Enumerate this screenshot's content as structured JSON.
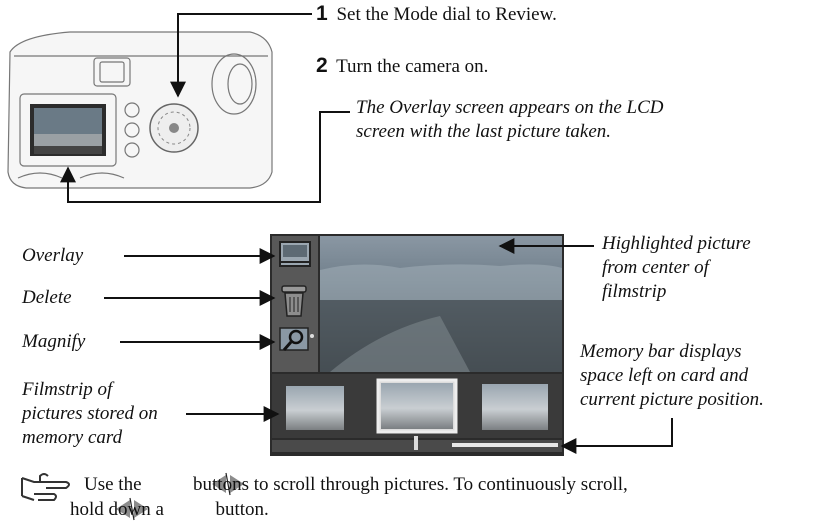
{
  "steps": [
    {
      "number": "1",
      "text": "Set the Mode dial to Review."
    },
    {
      "number": "2",
      "text": "Turn the camera on."
    }
  ],
  "overlay_note": {
    "line1": "The Overlay screen appears on the LCD",
    "line2": "screen with the last picture taken."
  },
  "callouts": {
    "overlay": "Overlay",
    "delete": "Delete",
    "magnify": "Magnify",
    "filmstrip": [
      "Filmstrip of",
      "pictures stored on",
      "memory card"
    ],
    "highlighted": [
      "Highlighted picture",
      "from center of",
      "filmstrip"
    ],
    "memory_bar": [
      "Memory bar displays",
      "space left on card and",
      "current picture position."
    ]
  },
  "tip": {
    "icon": "pointing-hand-icon",
    "line1_a": "Use the",
    "line1_b": "buttons to scroll through pictures. To continuously scroll,",
    "line2_a": "hold down a",
    "line2_b": "button."
  },
  "colors": {
    "sky": "#6f7e8a",
    "sea": "#4a5258",
    "lcd_dark": "#2c2c2c",
    "panel": "#585858"
  }
}
